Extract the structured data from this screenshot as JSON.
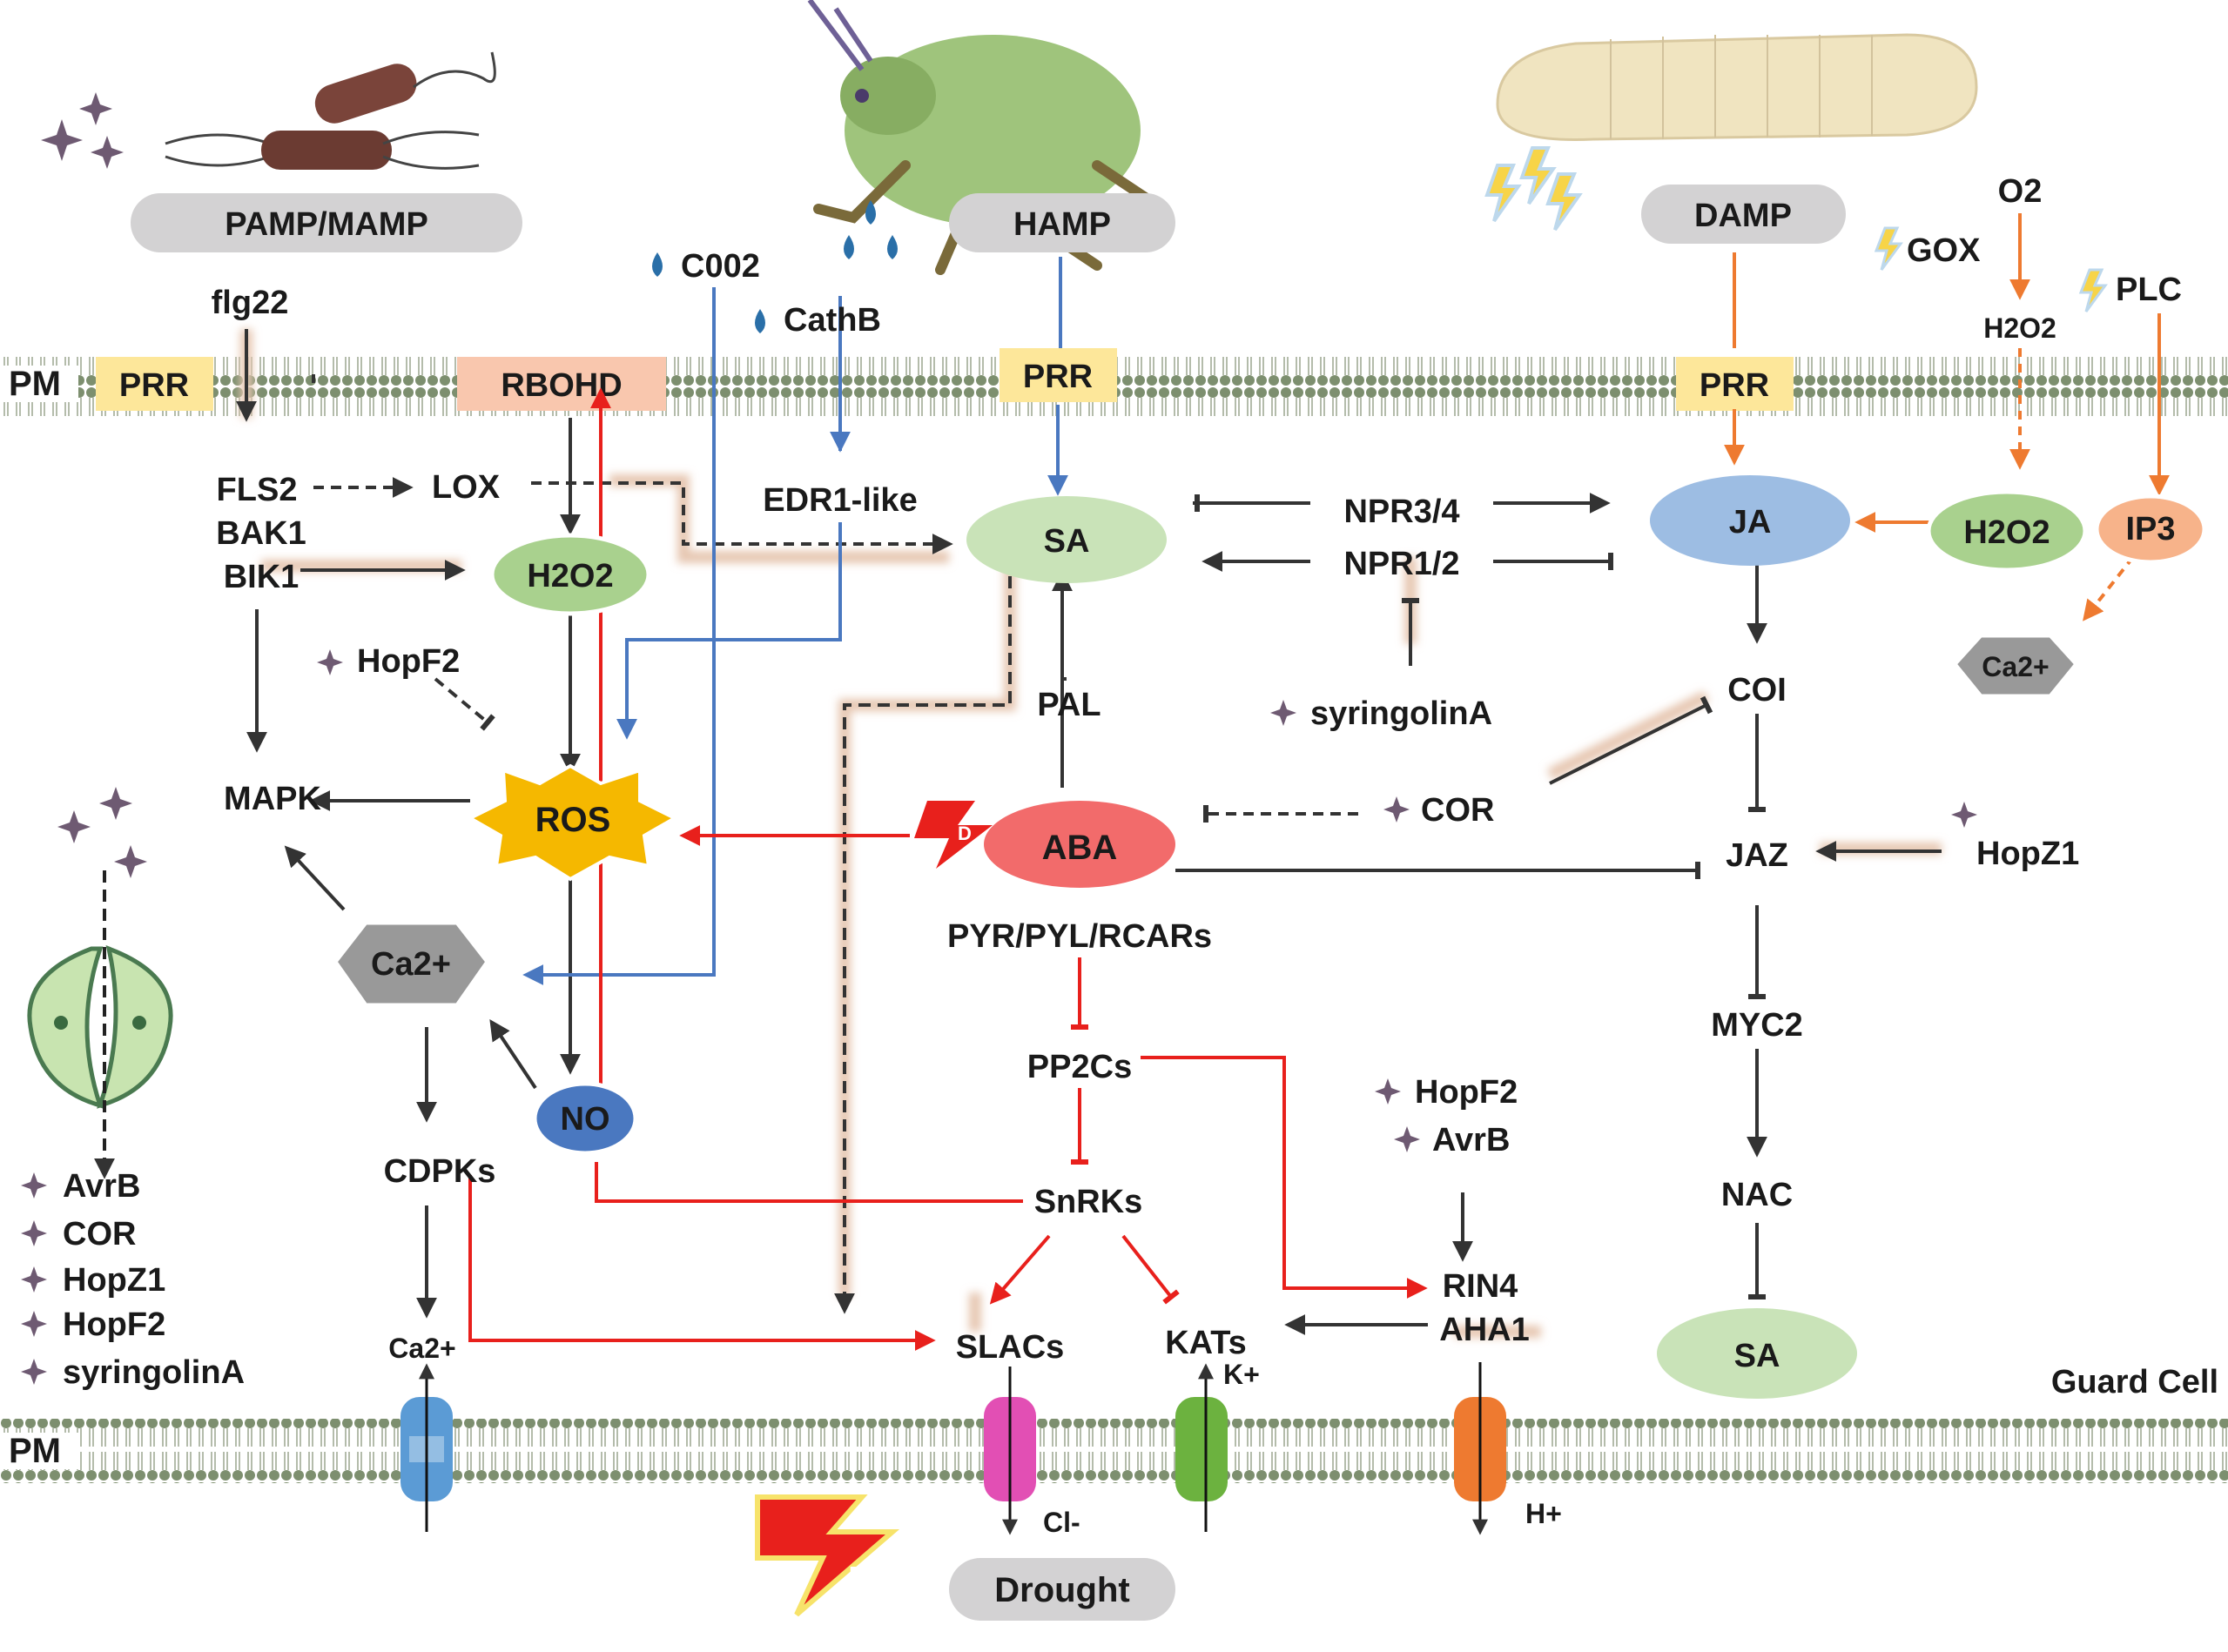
{
  "receptors": {
    "pamp": "PAMP/MAMP",
    "hamp": "HAMP",
    "damp": "DAMP",
    "drought": "Drought"
  },
  "membrane": {
    "pm_top": "PM",
    "pm_bottom": "PM",
    "prr": "PRR",
    "rbohd": "RBOHD",
    "guard_cell": "Guard Cell"
  },
  "pathogen_side": {
    "flg22": "flg22",
    "fls2": "FLS2",
    "bak1": "BAK1",
    "bik1": "BIK1",
    "lox": "LOX",
    "h2o2": "H2O2",
    "hopf2": "HopF2",
    "mapk": "MAPK",
    "ros": "ROS",
    "ca": "Ca2+",
    "no": "NO",
    "cdpks": "CDPKs",
    "ca_channel": "Ca2+"
  },
  "effector_list": [
    "AvrB",
    "COR",
    "HopZ1",
    "HopF2",
    "syringolinA"
  ],
  "insect_side": {
    "c002": "C002",
    "cathb": "CathB",
    "edr1": "EDR1-like",
    "sa": "SA",
    "pal": "PAL",
    "aba": "ABA",
    "aba_badge": "D",
    "pyr": "PYR/PYL/RCARs",
    "pp2cs": "PP2Cs",
    "snrks": "SnRKs",
    "slacs": "SLACs",
    "kats": "KATs",
    "cl": "Cl-",
    "k": "K+",
    "drought_badge": "D"
  },
  "hormone_crosstalk": {
    "npr34": "NPR3/4",
    "npr12": "NPR1/2",
    "syringolin": "syringolinA",
    "cor": "COR",
    "hopf2": "HopF2",
    "avrb": "AvrB",
    "rin4": "RIN4",
    "aha1": "AHA1",
    "h": "H+"
  },
  "wound_side": {
    "o2": "O2",
    "gox": "GOX",
    "h2o2_label": "H2O2",
    "plc": "PLC",
    "ja": "JA",
    "h2o2": "H2O2",
    "ip3": "IP3",
    "ca": "Ca2+",
    "coi": "COI",
    "jaz": "JAZ",
    "hopz1": "HopZ1",
    "myc2": "MYC2",
    "nac": "NAC",
    "sa": "SA"
  },
  "colors": {
    "dark": "#333333",
    "red": "#e8201c",
    "blue": "#4a78c0",
    "orange": "#ee7a30",
    "glow": "#d8b8a0",
    "sa_green": "#c9e3b8",
    "ja_blue": "#9dbde3",
    "aba_red": "#f26b6b",
    "prr_yellow": "#fde79a",
    "rbohd_peach": "#f9c7ae",
    "ros_gold": "#f5b800",
    "pill_gray": "#d3d2d3"
  }
}
